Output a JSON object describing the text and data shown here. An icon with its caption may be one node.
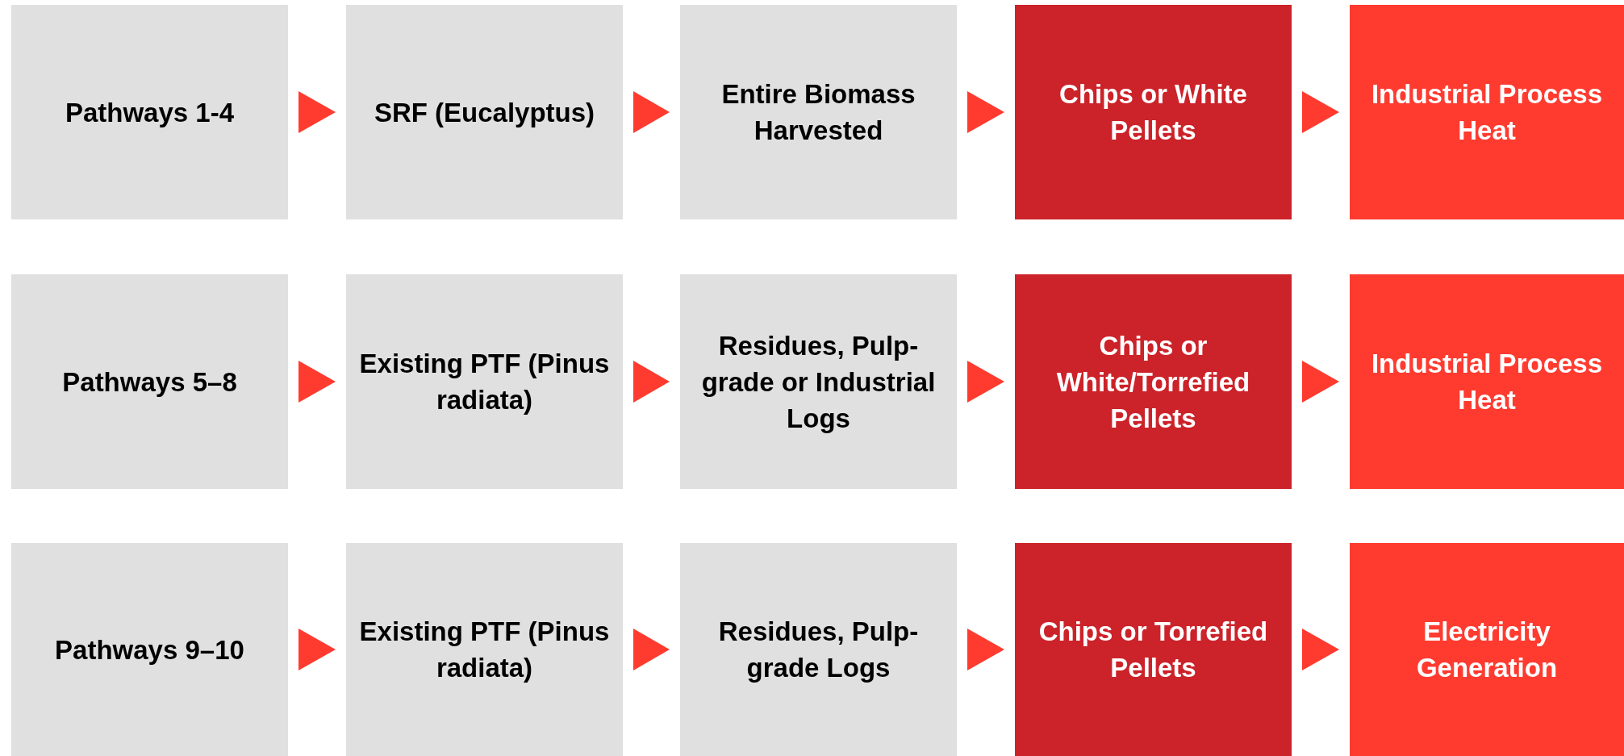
{
  "diagram": {
    "nodes": [
      {
        "text": [
          "Pathways 1-4"
        ]
      },
      {
        "text": [
          "SRF (Eucalyptus)"
        ]
      },
      {
        "text": [
          "Entire Biomass Harvested"
        ]
      },
      {
        "text": [
          "Chips or White Pellets"
        ]
      },
      {
        "text": [
          "Industrial Process Heat"
        ]
      },
      {
        "text": [
          "Pathways 5–8"
        ]
      },
      {
        "text": [
          "Existing PTF (Pinus radiata)"
        ]
      },
      {
        "text": [
          "Residues, Pulp-grade or Industrial Logs"
        ]
      },
      {
        "text": [
          "Chips or White/Torrefied Pellets"
        ]
      },
      {
        "text": [
          "Industrial Process Heat"
        ]
      },
      {
        "text": [
          "Pathways 9–10"
        ]
      },
      {
        "text": [
          "Existing PTF (Pinus radiata)"
        ]
      },
      {
        "text": [
          "Residues, Pulp-grade Logs"
        ]
      },
      {
        "text": [
          "Chips or Torrefied Pellets"
        ]
      },
      {
        "text": [
          "Electricity Generation"
        ]
      }
    ],
    "edges": [
      {
        "from": 0,
        "to": 1,
        "arrow": "to"
      },
      {
        "from": 1,
        "to": 2,
        "arrow": "to"
      },
      {
        "from": 2,
        "to": 3,
        "arrow": "to"
      },
      {
        "from": 3,
        "to": 4,
        "arrow": "to"
      },
      {
        "from": 5,
        "to": 6,
        "arrow": "to"
      },
      {
        "from": 6,
        "to": 7,
        "arrow": "to"
      },
      {
        "from": 7,
        "to": 8,
        "arrow": "to"
      },
      {
        "from": 8,
        "to": 9,
        "arrow": "to"
      },
      {
        "from": 10,
        "to": 11,
        "arrow": "to"
      },
      {
        "from": 11,
        "to": 12,
        "arrow": "to"
      },
      {
        "from": 12,
        "to": 13,
        "arrow": "to"
      },
      {
        "from": 13,
        "to": 14,
        "arrow": "to"
      }
    ]
  }
}
